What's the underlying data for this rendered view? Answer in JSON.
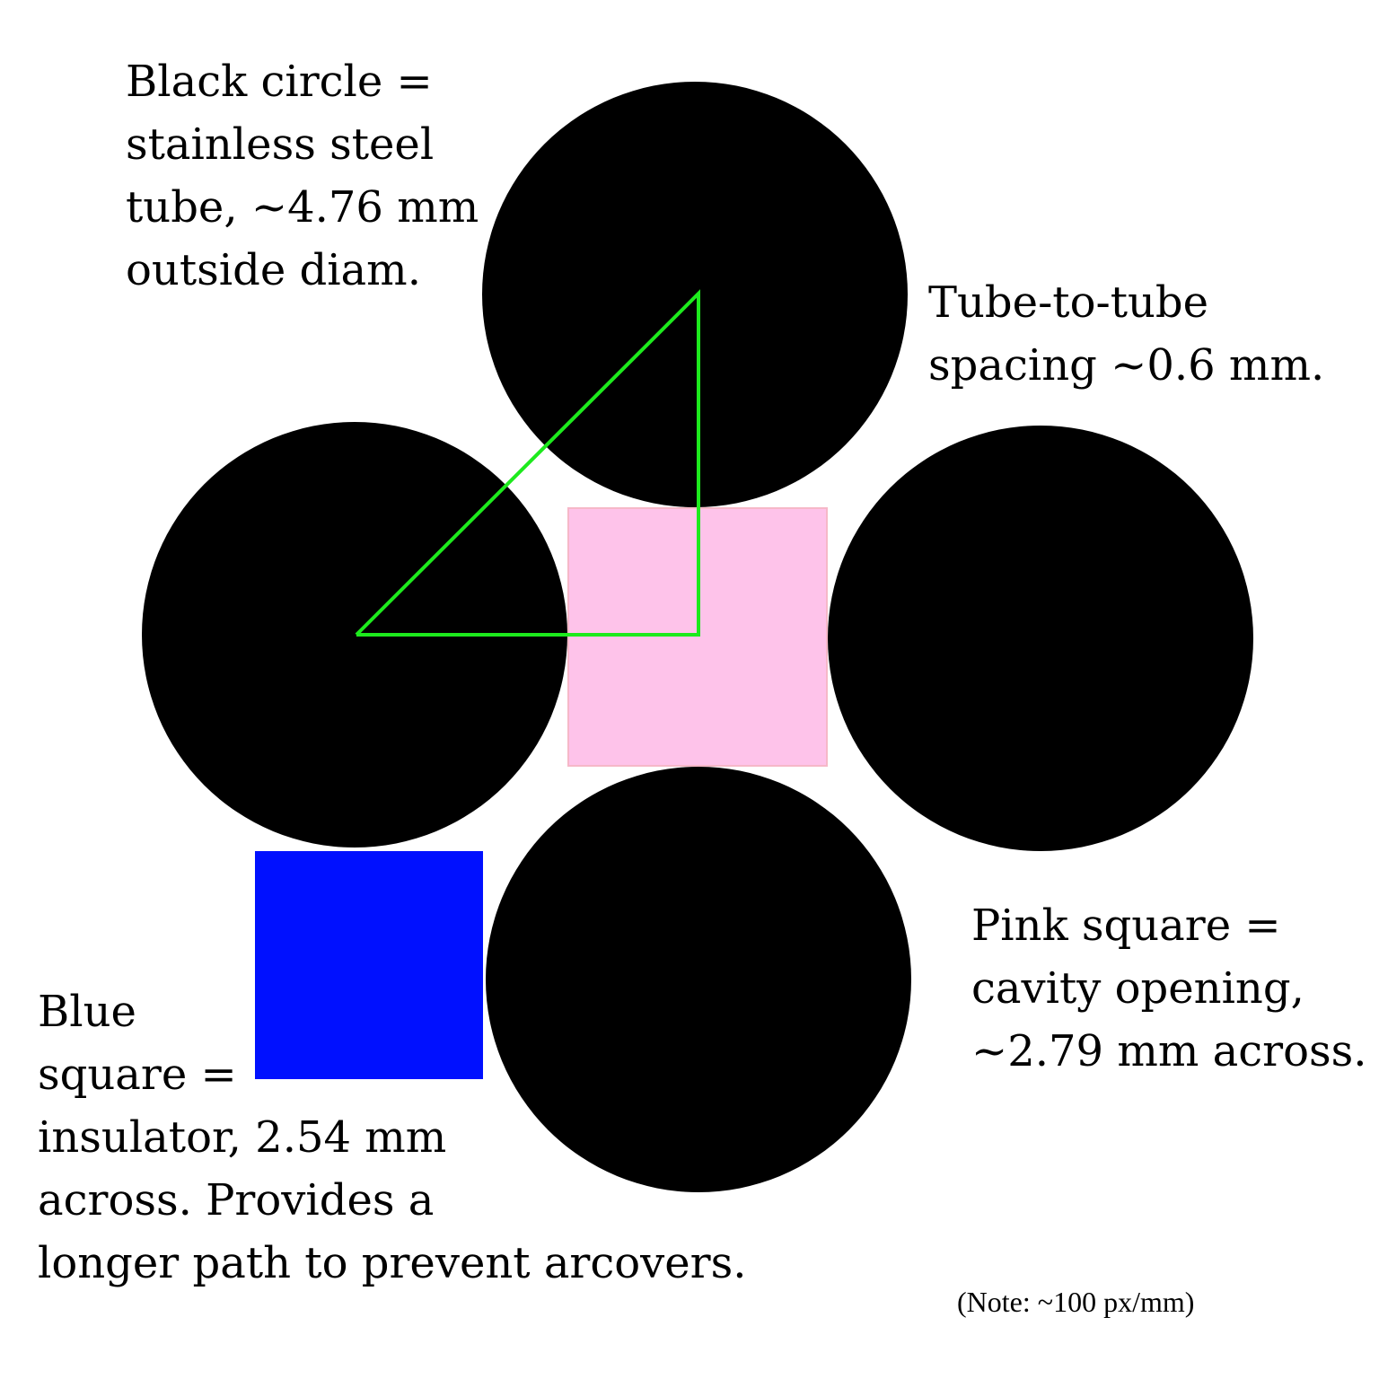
{
  "diagram": {
    "colors": {
      "tube": "#000000",
      "cavity": "#fec3ea",
      "cavity_border": "#f6b8c8",
      "insulator": "#0010ff",
      "triangle": "#1dea1d",
      "background": "#ffffff"
    },
    "labels": {
      "tube": [
        "Black circle =",
        "stainless steel",
        "tube, ~4.76 mm",
        "outside diam."
      ],
      "spacing": [
        "Tube-to-tube",
        "spacing ~0.6 mm."
      ],
      "cavity": [
        "Pink square =",
        "cavity opening,",
        "~2.79 mm across."
      ],
      "insulator": [
        "Blue",
        "square =",
        "insulator, 2.54 mm",
        "across. Provides a",
        "longer path to prevent arcovers."
      ],
      "note": "(Note: ~100 px/mm)"
    }
  }
}
